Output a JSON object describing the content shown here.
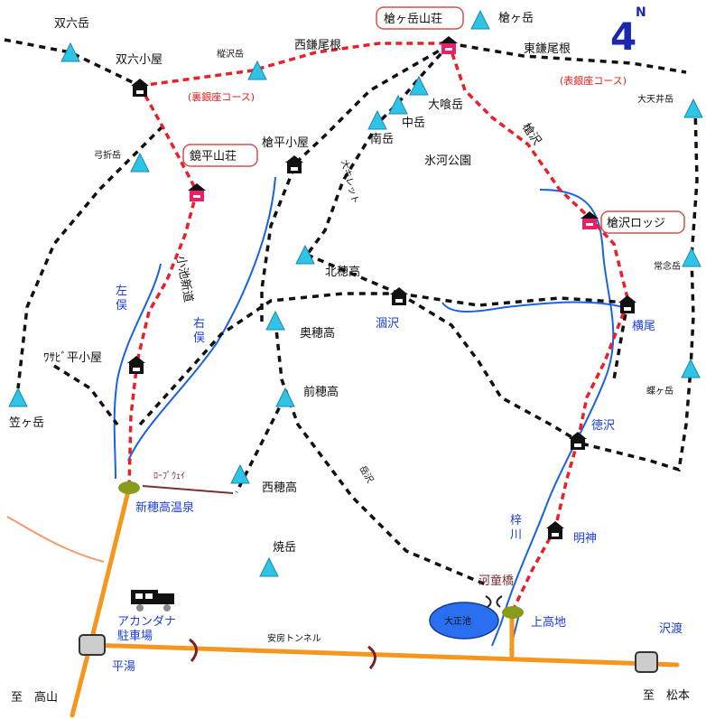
{
  "north": {
    "label": "N",
    "mark": "4"
  },
  "peaks": {
    "sugoroku": "双六岳",
    "yari": "槍ヶ岳",
    "kusu": "樅沢岳",
    "oobami": "大喰岳",
    "naka": "中岳",
    "minami": "南岳",
    "yumiori": "弓折岳",
    "kitaho": "北穂高",
    "okuho": "奥穂高",
    "maeho": "前穂高",
    "nishiho": "西穂高",
    "yake": "焼岳",
    "kasa": "笠ヶ岳",
    "otenshou": "大天井岳",
    "jonen": "常念岳",
    "chougatake": "蝶ヶ岳"
  },
  "huts": {
    "yarigatake_sanso": "槍ヶ岳山荘",
    "sugoroku_goya": "双六小屋",
    "kagami_sanso": "鏡平山荘",
    "yaridaira_goya": "槍平小屋",
    "yarisawa_lodge": "槍沢ロッジ",
    "wasabi_goya": "ﾜｻﾋﾞ平小屋",
    "karasawa": "涸沢",
    "yokoo": "横尾",
    "tokusawa": "徳沢",
    "myojin": "明神"
  },
  "routes": {
    "nishi_kamaone": "西鎌尾根",
    "higashi_kamaone": "東鎌尾根",
    "ura_ginza": "(裏銀座コース)",
    "omote_ginza": "(表銀座コース)",
    "yarisawa": "槍沢",
    "daikiretto": "大キレット",
    "koike_shindo": "小池新道",
    "dakesawa": "岳沢",
    "ropeway": "ﾛｰﾌﾟｳｪｲ",
    "abo_tunnel": "安房トンネル"
  },
  "places": {
    "hyoga_koen": "氷河公園",
    "hidarimata": "左俣",
    "migimata": "右俣",
    "shinhotaka": "新穂高温泉",
    "kappabashi": "河童橋",
    "taisho_ike": "大正池",
    "kamikochi": "上高地",
    "azusa_gawa": "梓川",
    "akandana": "アカンダナ",
    "chushajo": "駐車場",
    "hirayu": "平湯",
    "sawando": "沢渡",
    "to_takayama": "至　高山",
    "to_matsumoto": "至　松本"
  },
  "colors": {
    "trail": "#111111",
    "recommended": "#e8202a",
    "river": "#1a62e0",
    "road": "#f5961e",
    "peak": "#2ec4e8",
    "hut": "#111111",
    "hut_red": "#e8206a"
  }
}
